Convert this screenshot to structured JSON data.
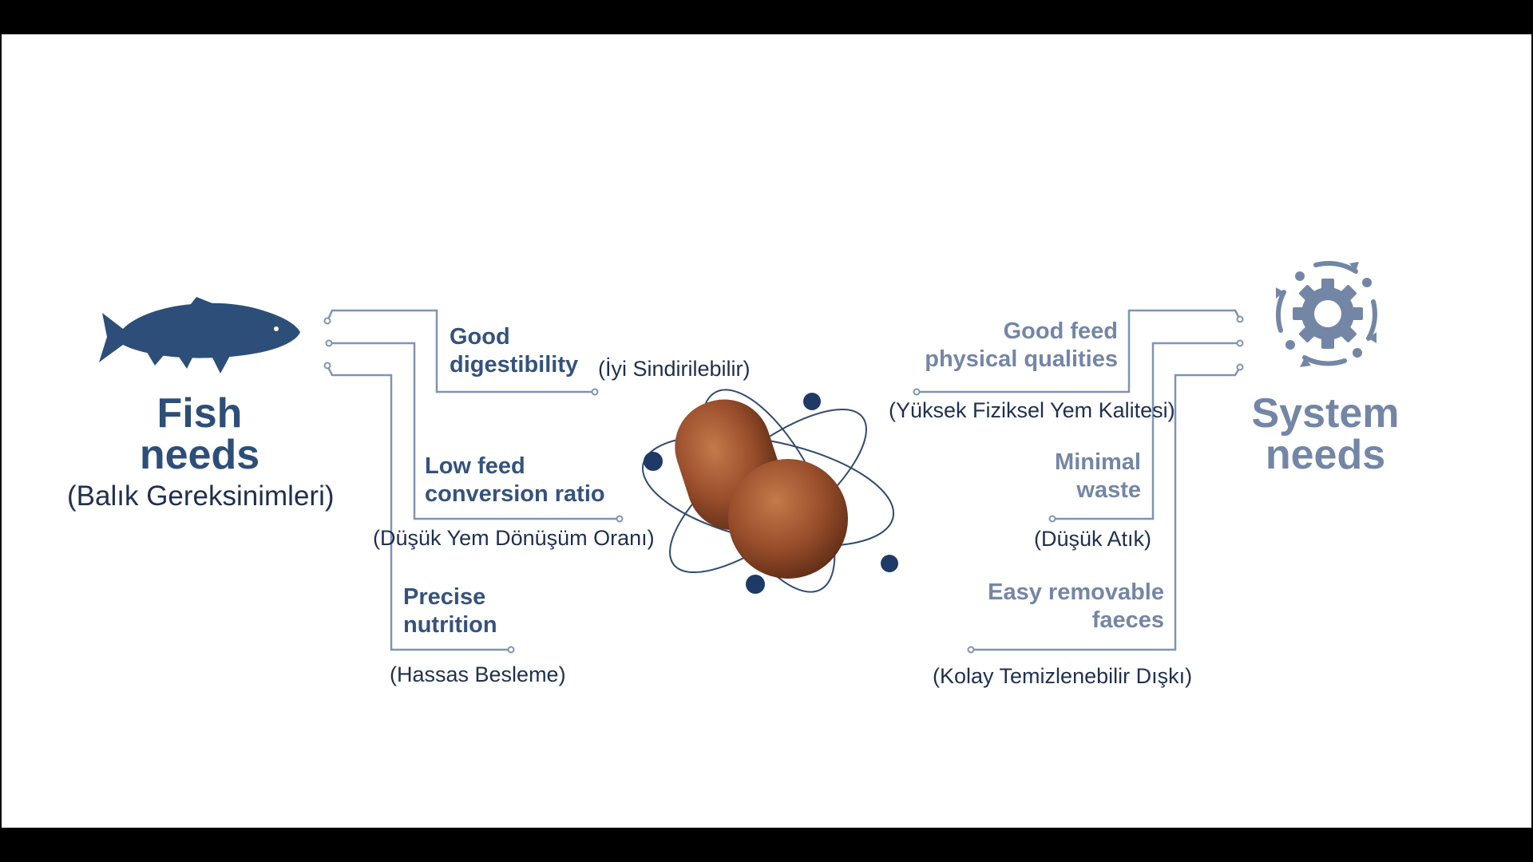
{
  "fish_needs": {
    "title_line1": "Fish",
    "title_line2": "needs",
    "subtitle": "(Balık Gereksinimleri)"
  },
  "system_needs": {
    "title_line1": "System",
    "title_line2": "needs"
  },
  "fish_items": [
    {
      "line1": "Good",
      "line2": "digestibility",
      "translation": "(İyi Sindirilebilir)"
    },
    {
      "line1": "Low feed",
      "line2": "conversion ratio",
      "translation": "(Düşük Yem Dönüşüm Oranı)"
    },
    {
      "line1": "Precise",
      "line2": "nutrition",
      "translation": "(Hassas Besleme)"
    }
  ],
  "system_items": [
    {
      "line1": "Good feed",
      "line2": "physical qualities",
      "translation": "(Yüksek Fiziksel Yem Kalitesi)"
    },
    {
      "line1": "Minimal",
      "line2": "waste",
      "translation": "(Düşük Atık)"
    },
    {
      "line1": "Easy removable",
      "line2": "faeces",
      "translation": "(Kolay Temizlenebilir Dışkı)"
    }
  ],
  "icons": {
    "fish": "fish-icon",
    "system": "gear-cycle-icon",
    "center": "feed-pellets-atom-icon"
  },
  "colors": {
    "fish_blue": "#2d4e78",
    "system_blue": "#7486a6",
    "line": "#7f94b2",
    "pellet": "#9a4f2c",
    "orbit_dot": "#1f3a66",
    "letterbox": "#000000",
    "background": "#ffffff"
  }
}
